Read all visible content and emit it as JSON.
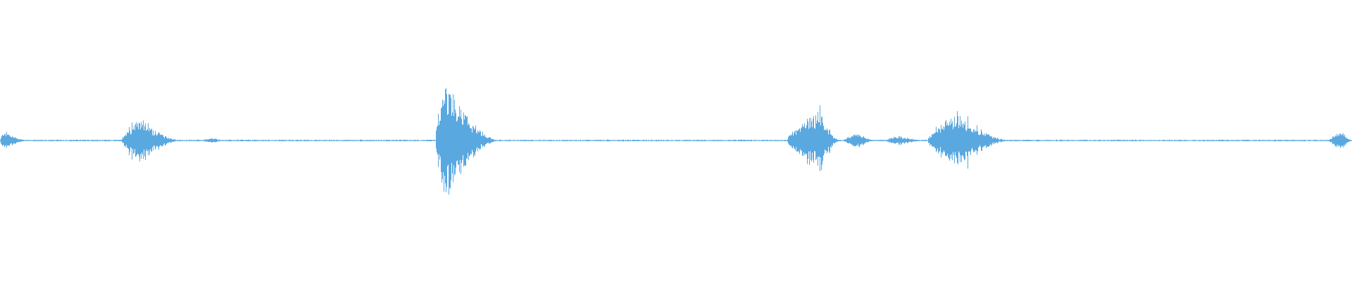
{
  "waveform": {
    "color": "#5aa8e0",
    "background": "#ffffff",
    "amplitude_range": [
      -1,
      1
    ],
    "duration_fraction_range": [
      0,
      1
    ],
    "baseline_noise": 0.006,
    "events": [
      {
        "start": 0.0,
        "peak": 0.003,
        "end": 0.022,
        "amplitude": 0.08
      },
      {
        "start": 0.09,
        "peak": 0.103,
        "end": 0.135,
        "amplitude": 0.2
      },
      {
        "start": 0.148,
        "peak": 0.158,
        "end": 0.168,
        "amplitude": 0.02
      },
      {
        "start": 0.322,
        "peak": 0.33,
        "end": 0.37,
        "amplitude": 0.48
      },
      {
        "start": 0.582,
        "peak": 0.607,
        "end": 0.622,
        "amplitude": 0.24
      },
      {
        "start": 0.624,
        "peak": 0.635,
        "end": 0.648,
        "amplitude": 0.06
      },
      {
        "start": 0.655,
        "peak": 0.665,
        "end": 0.686,
        "amplitude": 0.04
      },
      {
        "start": 0.686,
        "peak": 0.71,
        "end": 0.748,
        "amplitude": 0.23
      },
      {
        "start": 0.983,
        "peak": 0.993,
        "end": 1.0,
        "amplitude": 0.08
      }
    ]
  }
}
